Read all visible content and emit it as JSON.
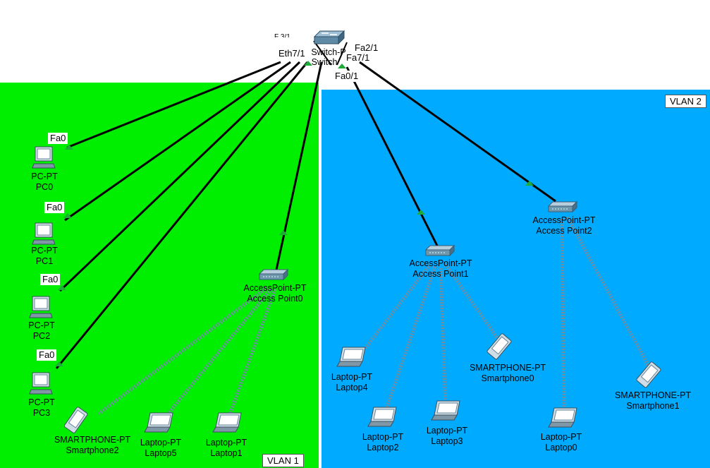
{
  "colors": {
    "vlan1_bg": "#00ee00",
    "vlan2_bg": "#00aaff",
    "link": "#000000",
    "wireless": "#6e8fa3",
    "port_marker": "#1faa3a"
  },
  "zones": {
    "vlan1": {
      "label": "VLAN 1"
    },
    "vlan2": {
      "label": "VLAN 2"
    }
  },
  "switch": {
    "model_partial": "Switch-P",
    "name_partial": "Switch",
    "top_partial": "F 3/1",
    "ports": {
      "eth": "Eth7/1",
      "fa21": "Fa2/1",
      "fa71": "Fa7/1",
      "fa01": "Fa0/1"
    },
    "icon": "switch-icon"
  },
  "pcs": [
    {
      "port": "Fa0",
      "model": "PC-PT",
      "name": "PC0",
      "icon": "pc-icon"
    },
    {
      "port": "Fa0",
      "model": "PC-PT",
      "name": "PC1",
      "icon": "pc-icon"
    },
    {
      "port": "Fa0",
      "model": "PC-PT",
      "name": "PC2",
      "icon": "pc-icon"
    },
    {
      "port": "Fa0",
      "model": "PC-PT",
      "name": "PC3",
      "icon": "pc-icon"
    }
  ],
  "access_points": [
    {
      "model": "AccessPoint-PT",
      "name": "Access Point0",
      "icon": "access-point-icon"
    },
    {
      "model": "AccessPoint-PT",
      "name": "Access Point1",
      "icon": "access-point-icon"
    },
    {
      "model": "AccessPoint-PT",
      "name": "Access Point2",
      "icon": "access-point-icon"
    }
  ],
  "wireless_devices": [
    {
      "model": "SMARTPHONE-PT",
      "name": "Smartphone2",
      "icon": "smartphone-icon"
    },
    {
      "model": "Laptop-PT",
      "name": "Laptop5",
      "icon": "laptop-icon"
    },
    {
      "model": "Laptop-PT",
      "name": "Laptop1",
      "icon": "laptop-icon"
    },
    {
      "model": "Laptop-PT",
      "name": "Laptop4",
      "icon": "laptop-icon"
    },
    {
      "model": "Laptop-PT",
      "name": "Laptop2",
      "icon": "laptop-icon"
    },
    {
      "model": "Laptop-PT",
      "name": "Laptop3",
      "icon": "laptop-icon"
    },
    {
      "model": "SMARTPHONE-PT",
      "name": "Smartphone0",
      "icon": "smartphone-icon"
    },
    {
      "model": "Laptop-PT",
      "name": "Laptop0",
      "icon": "laptop-icon"
    },
    {
      "model": "SMARTPHONE-PT",
      "name": "Smartphone1",
      "icon": "smartphone-icon"
    }
  ]
}
